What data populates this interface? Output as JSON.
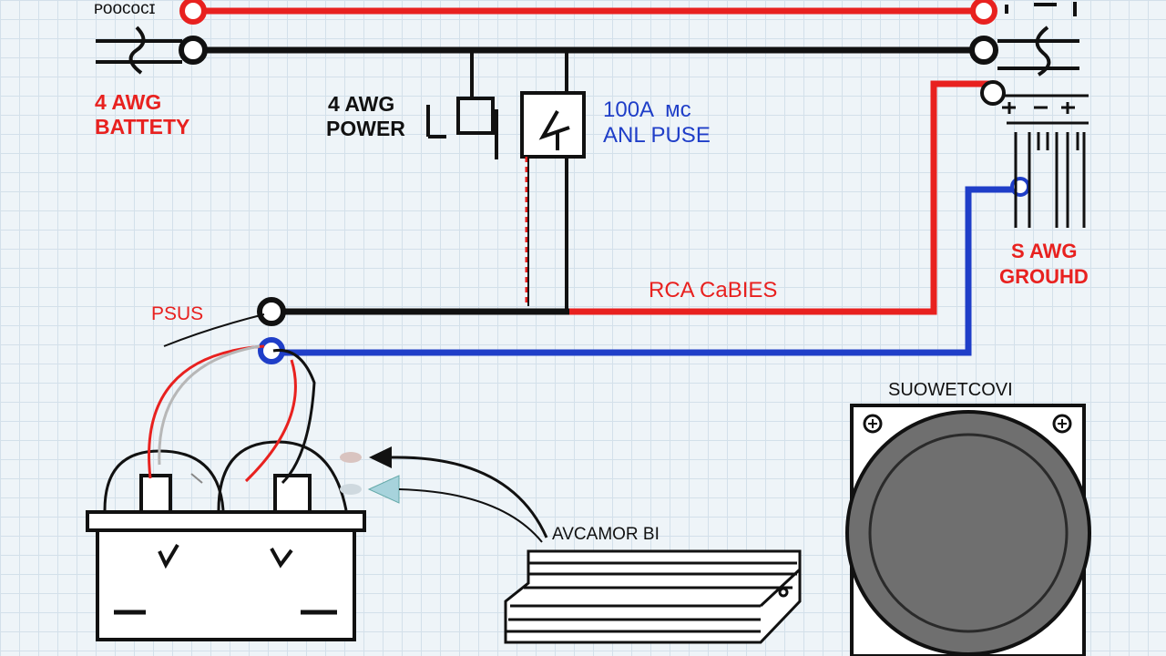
{
  "labels": {
    "top_left": "ᴘᴏᴏᴄᴏᴄɪ",
    "battery_wire_line1": "4 AWG",
    "battery_wire_line2": "BATTETY",
    "power_wire_line1": "4 AWG",
    "power_wire_line2": "POWER",
    "fuse_line1": "100A  ᴍᴄ",
    "fuse_line2": "ANL PUSE",
    "rca": "RCA CaBIES",
    "ground_line1": "S AWG",
    "ground_line2": "GROUHD",
    "psus": "PSUS",
    "amplifier": "AVCAMOR BI",
    "subwoofer": "SUOWETCOVI"
  },
  "colors": {
    "power": "#e8211f",
    "ground": "#1f3ec8",
    "wire": "#111111",
    "speaker_cone": "#6f6f6f"
  }
}
